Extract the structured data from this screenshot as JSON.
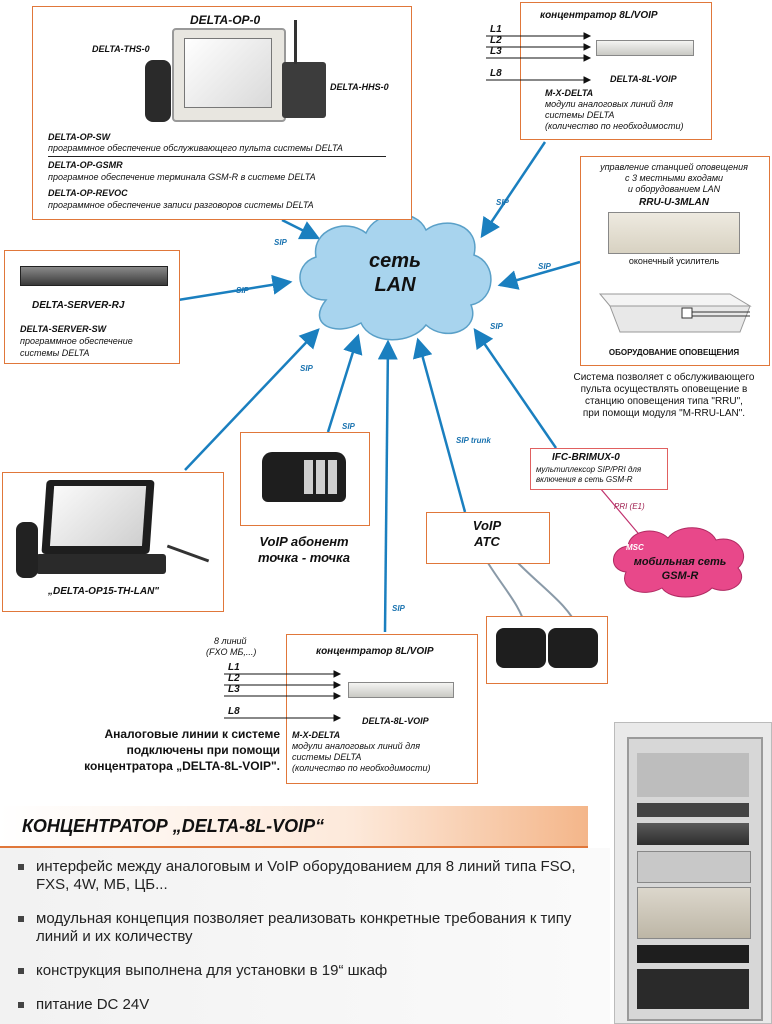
{
  "op0": {
    "title": "DELTA-OP-0",
    "ths": "DELTA-THS-0",
    "hhs": "DELTA-HHS-0",
    "sw_title": "DELTA-OP-SW",
    "sw_desc": "программное обеспечение обслуживающего пульта системы DELTA",
    "gsmr_title": "DELTA-OP-GSMR",
    "gsmr_desc": "програмное обеспечение терминала GSM-R в системе DELTA",
    "revoc_title": "DELTA-OP-REVOC",
    "revoc_desc": "программное обеспечение записи разговоров системы DELTA"
  },
  "conc_top": {
    "title": "концентратор 8L/VOIP",
    "lines": [
      "L1",
      "L2",
      "L3",
      "L8"
    ],
    "device": "DELTA-8L-VOIP",
    "module": "M-X-DELTA",
    "desc1": "модули аналоговых линий для",
    "desc2": "системы DELTA",
    "desc3": "(количество по необходимости)"
  },
  "rru": {
    "header1": "управление станцией оповещения",
    "header2": "с 3 местными входами",
    "header3": "и оборудованием LAN",
    "title": "RRU-U-3MLAN",
    "amp": "оконечный усилитель",
    "equip": "ОБОРУДОВАНИЕ ОПОВЕЩЕНИЯ",
    "note1": "Система позволяет с обслуживающего",
    "note2": "пульта осуществлять оповещение в",
    "note3": "станцию оповещения типа \"RRU\",",
    "note4": "при помощи модуля \"M-RRU-LAN\"."
  },
  "lan": {
    "line1": "сеть",
    "line2": "LAN"
  },
  "server": {
    "title": "DELTA-SERVER-RJ",
    "sw": "DELTA-SERVER-SW",
    "desc1": "программное обеспечение",
    "desc2": "системы DELTA"
  },
  "op15": {
    "title": "„DELTA-OP15-TH-LAN\""
  },
  "voip_sub": {
    "line1": "VoIP абонент",
    "line2": "точка - точка"
  },
  "voip_atc": {
    "line1": "VoIP",
    "line2": "ATC"
  },
  "ifc": {
    "title": "IFC-BRIMUX-0",
    "desc1": "мультиплексор SIP/PRI для",
    "desc2": "включения в сеть GSM-R",
    "pri": "PRI (E1)"
  },
  "msc": {
    "abbr": "MSC",
    "line1": "мобильная сеть",
    "line2": "GSM-R"
  },
  "sip": {
    "label": "SIP",
    "trunk": "SIP trunk"
  },
  "conc_bottom": {
    "title": "концентратор 8L/VOIP",
    "lines_count": "8 линий",
    "lines_types": "(FXO МБ,...)",
    "lines": [
      "L1",
      "L2",
      "L3",
      "L8"
    ],
    "device": "DELTA-8L-VOIP",
    "module": "M-X-DELTA",
    "desc1": "модули аналоговых линий для",
    "desc2": "системы DELTA",
    "desc3": "(количество по необходимости)"
  },
  "analog_note": {
    "line1": "Аналоговые линии к системе",
    "line2": "подключены при помощи",
    "line3": "концентратора „DELTA-8L-VOIP\"."
  },
  "banner": {
    "title": "КОНЦЕНТРАТОР „DELTA-8L-VOIP“"
  },
  "bullets": [
    "интерфейс между аналоговым и  VoIP оборудованием для 8 линий типа FSO, FXS, 4W, МБ, ЦБ...",
    "модульная концепция позволяет реализовать конкретные требования к типу линий и их количеству",
    "конструкция выполнена для установки в 19“ шкаф",
    "питание DC 24V"
  ],
  "colors": {
    "accent": "#e0773a",
    "arrow": "#1a7fbf",
    "cloud": "#a8d4ee",
    "msc": "#e8488a"
  }
}
